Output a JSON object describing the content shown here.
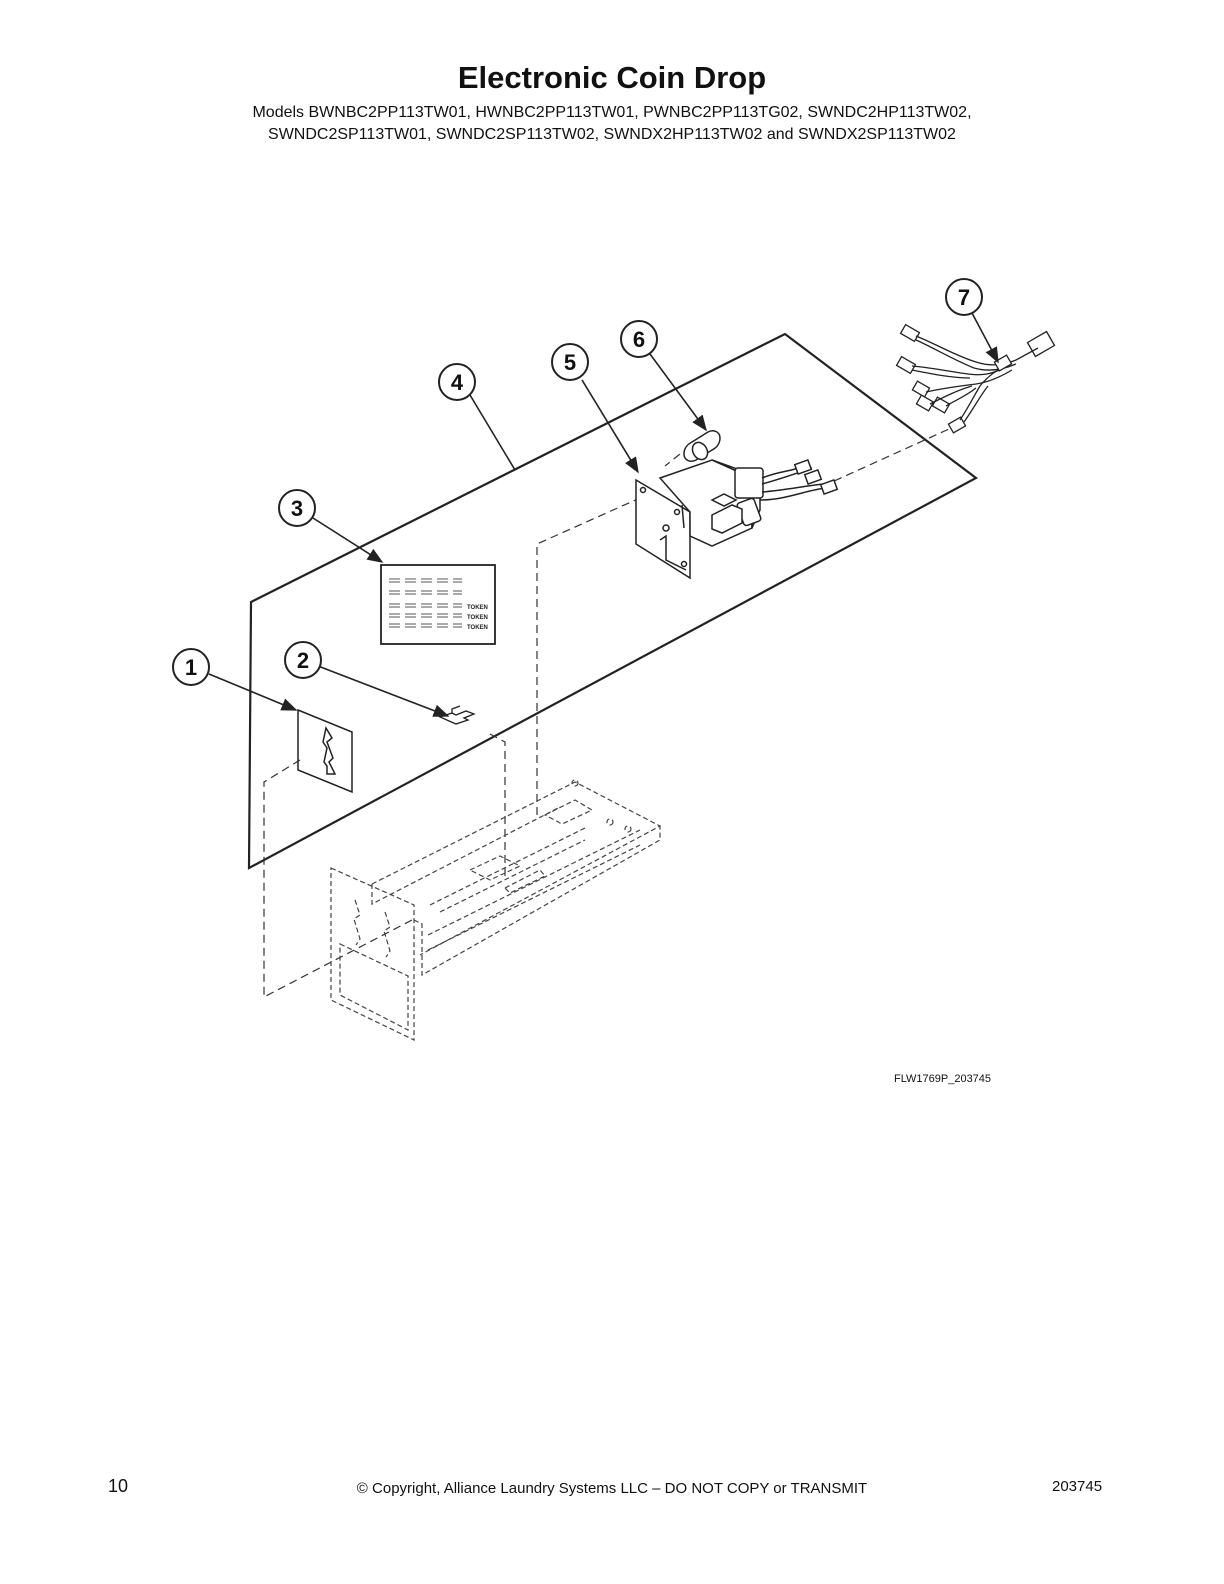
{
  "header": {
    "title": "Electronic Coin Drop",
    "models_line1": "Models BWNBC2PP113TW01, HWNBC2PP113TW01, PWNBC2PP113TG02, SWNDC2HP113TW02,",
    "models_line2": "SWNDC2SP113TW01, SWNDC2SP113TW02, SWNDX2HP113TW02 and SWNDX2SP113TW02"
  },
  "diagram": {
    "callouts": [
      {
        "number": "1"
      },
      {
        "number": "2"
      },
      {
        "number": "3"
      },
      {
        "number": "4"
      },
      {
        "number": "5"
      },
      {
        "number": "6"
      },
      {
        "number": "7"
      }
    ],
    "label_token_text": "TOKEN",
    "figure_ref": "FLW1769P_203745"
  },
  "footer": {
    "page_number": "10",
    "copyright": "© Copyright, Alliance Laundry Systems LLC – DO NOT COPY or TRANSMIT",
    "doc_number": "203745"
  }
}
